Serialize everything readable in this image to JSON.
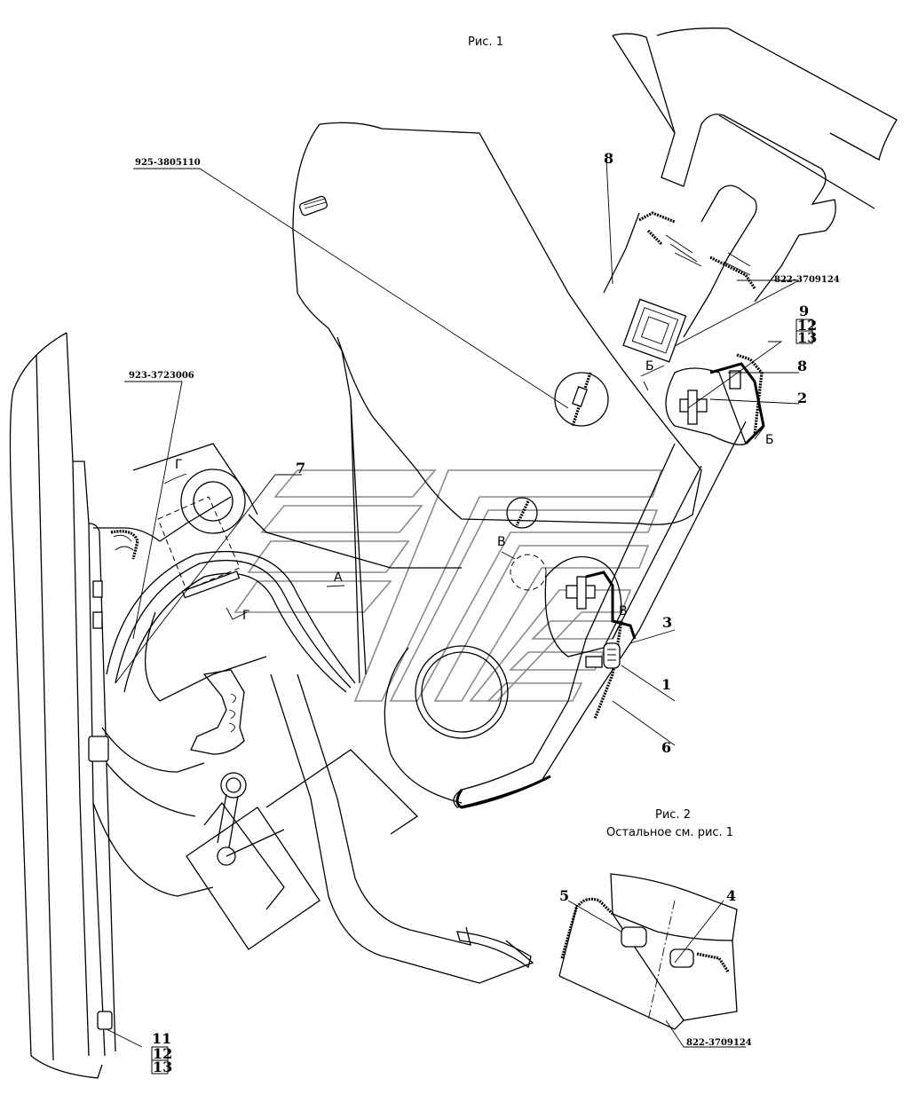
{
  "figures": {
    "fig1_title": "Рис. 1",
    "fig2_title": "Рис. 2",
    "fig2_note": "Остальное см. рис. 1"
  },
  "part_numbers": {
    "reservoir": "925-3805110",
    "bracket": "923-3723006",
    "cover_top": "822-3709124",
    "cover_fig2": "822-3709124"
  },
  "callouts": {
    "c1": "1",
    "c2": "2",
    "c3": "3",
    "c4": "4",
    "c5": "5",
    "c6": "6",
    "c7": "7",
    "c8_left": "8",
    "c8_right": "8",
    "c9": "9",
    "c11": "11",
    "stack_right": [
      "12",
      "13"
    ],
    "stack_bottom": [
      "12",
      "13"
    ]
  },
  "section_marks": {
    "A": "А",
    "B_cyr": "Б",
    "V": "В",
    "G": "Г"
  }
}
